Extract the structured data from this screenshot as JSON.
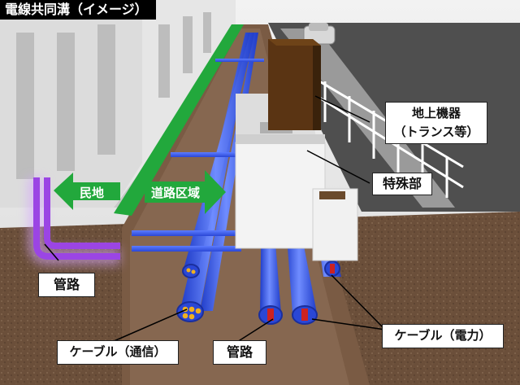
{
  "title": "電線共同溝（イメージ）",
  "labels": {
    "ground_equipment_line1": "地上機器",
    "ground_equipment_line2": "（トランス等）",
    "special_section": "特殊部",
    "private_land": "民地",
    "road_area": "道路区域",
    "conduit_left": "管路",
    "conduit_bottom": "管路",
    "cable_telecom": "ケーブル（通信）",
    "cable_power": "ケーブル（電力）"
  },
  "colors": {
    "arrow_green": "#22a83c",
    "pipe_blue": "#3d5ee8",
    "conduit_purple": "#a24be8",
    "cable_red": "#cc2222",
    "transformer_brown": "#5a3413",
    "soil": "#6b4f3a"
  }
}
